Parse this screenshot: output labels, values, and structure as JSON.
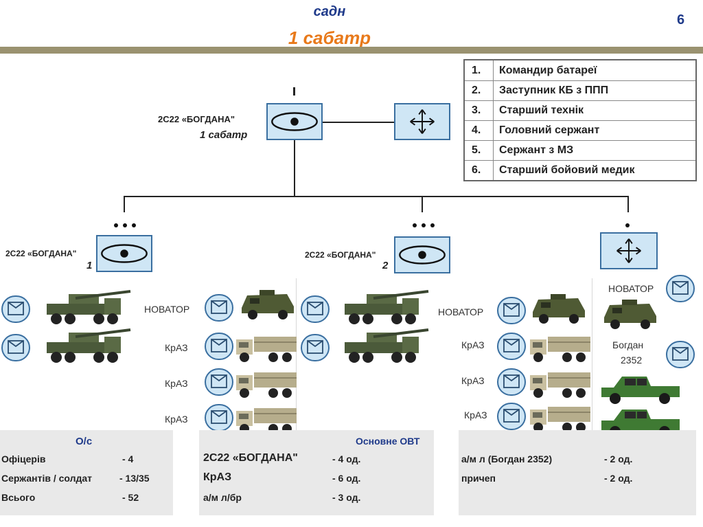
{
  "header": {
    "title": "садн",
    "subtitle": "1 сабатр",
    "slide_number": "6"
  },
  "top_unit": {
    "label": "2С22  «БОГДАНА\"",
    "sub": "1 сабатр"
  },
  "legend": [
    {
      "num": "1.",
      "text": "Командир батареї"
    },
    {
      "num": "2.",
      "text": "Заступник КБ з ППП"
    },
    {
      "num": "3.",
      "text": "Старший технік"
    },
    {
      "num": "4.",
      "text": "Головний сержант"
    },
    {
      "num": "5.",
      "text": "Сержант з МЗ"
    },
    {
      "num": "6.",
      "text": "Старший бойовий медик"
    }
  ],
  "platoon1": {
    "label": "2С22  «БОГДАНА\"",
    "num": "1"
  },
  "platoon2": {
    "label": "2С22  «БОГДАНА\"",
    "num": "2"
  },
  "vehicles": {
    "novator": "НОВАТОР",
    "kraz": "КрАЗ",
    "bogdan": "Богдан",
    "bogdan_num": "2352"
  },
  "panel1": {
    "title": "О/с",
    "rows": [
      {
        "label": "Офіцерів",
        "value": "- 4"
      },
      {
        "label": "Сержантів / солдат",
        "value": "- 13/35"
      },
      {
        "label": "Всього",
        "value": "- 52"
      }
    ]
  },
  "panel2": {
    "title": "Основне ОВТ",
    "rows": [
      {
        "label": "2С22  «БОГДАНА\"",
        "value": "- 4 од."
      },
      {
        "label": "КрАЗ",
        "value": "- 6 од."
      },
      {
        "label": "а/м л/бр",
        "value": "- 3 од."
      }
    ]
  },
  "panel3": {
    "rows": [
      {
        "label": "а/м л (Богдан 2352)",
        "value": "- 2 од."
      },
      {
        "label": "причеп",
        "value": "- 2 од."
      }
    ]
  },
  "colors": {
    "title": "#1f3a8a",
    "subtitle": "#e8791a",
    "rule": "#9a9270",
    "symbol_fill": "#cfe6f5",
    "symbol_border": "#3a6fa0",
    "vehicle_green": "#4b5a3a",
    "truck_tan": "#c9c0a0",
    "pickup_green": "#3f7a33"
  }
}
